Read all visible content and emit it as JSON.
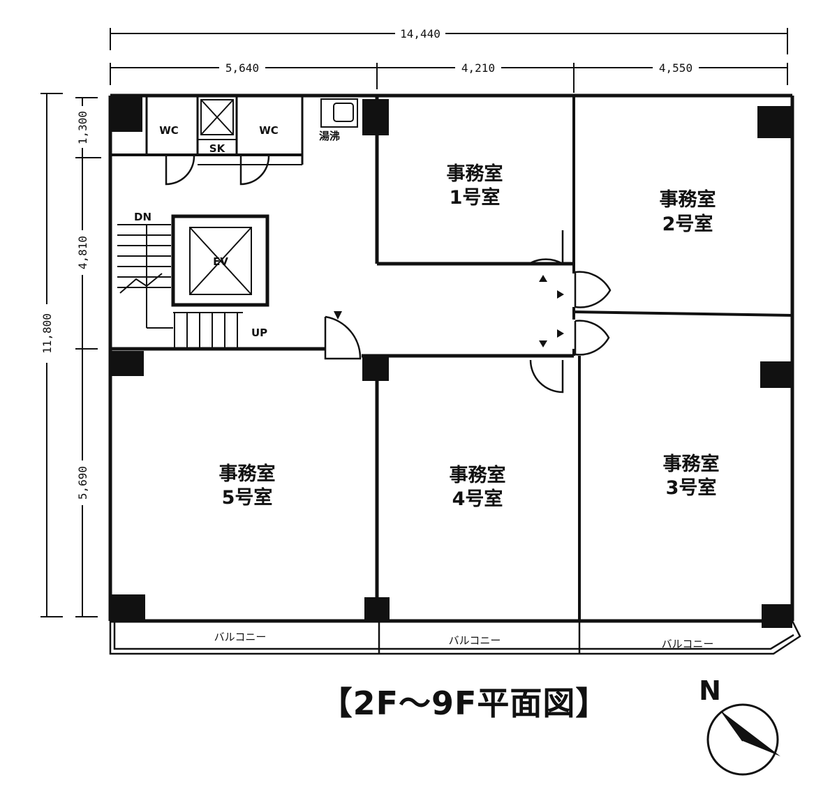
{
  "dimensions": {
    "total_width": "14,440",
    "segment_1": "5,640",
    "segment_2": "4,210",
    "segment_3": "4,550",
    "total_depth": "11,800",
    "depth_1": "1,300",
    "depth_2": "4,810",
    "depth_3": "5,690"
  },
  "rooms": {
    "room1": [
      "事務室",
      "1号室"
    ],
    "room2": [
      "事務室",
      "2号室"
    ],
    "room3": [
      "事務室",
      "3号室"
    ],
    "room4": [
      "事務室",
      "4号室"
    ],
    "room5": [
      "事務室",
      "5号室"
    ]
  },
  "service": {
    "wc_left": "WC",
    "wc_right": "WC",
    "sk": "SK",
    "kitchen": "湯沸",
    "elevator": "EV",
    "stair_down": "DN",
    "stair_up": "UP"
  },
  "balconies": [
    "バルコニー",
    "バルコニー",
    "バルコニー"
  ],
  "title": "【2F～9F平面図】",
  "north": "N"
}
